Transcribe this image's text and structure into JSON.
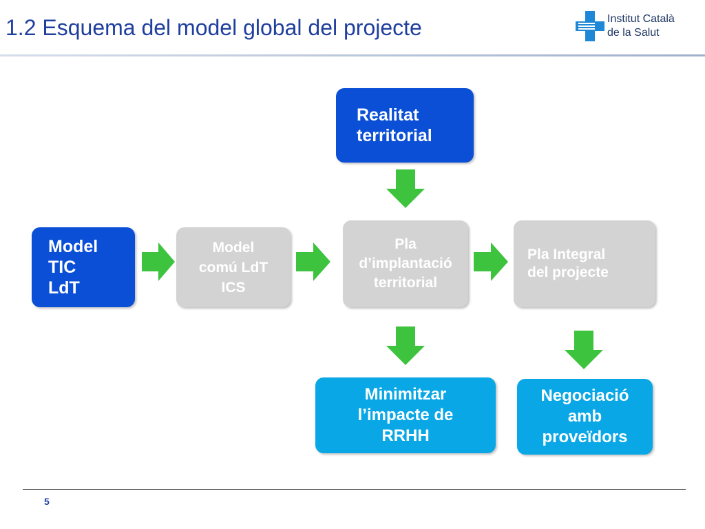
{
  "title": "1.2 Esquema del model global del projecte",
  "logo": {
    "line1": "Institut Català",
    "line2": "de la Salut"
  },
  "boxes": {
    "realitat": {
      "line1": "Realitat",
      "line2": "territorial"
    },
    "model_tic": {
      "line1": "Model",
      "line2": "TIC",
      "line3": "LdT"
    },
    "model_comu": {
      "line1": "Model",
      "line2": "comú LdT",
      "line3": "ICS"
    },
    "pla_implantacio": {
      "line1": "Pla",
      "line2": "d’implantació",
      "line3": "territorial"
    },
    "pla_integral": {
      "line1": "Pla Integral",
      "line2": "del projecte"
    },
    "minimitzar": {
      "line1": "Minimitzar",
      "line2": "l’impacte de",
      "line3": "RRHH"
    },
    "negociacio": {
      "line1": "Negociació",
      "line2": "amb",
      "line3": "proveïdors"
    }
  },
  "colors": {
    "dark_blue": "#0a4fd6",
    "gray": "#d3d3d3",
    "light_blue": "#0aa7e6",
    "arrow_green": "#3dc33d",
    "title_blue": "#1f3f9e"
  },
  "page_number": "5"
}
